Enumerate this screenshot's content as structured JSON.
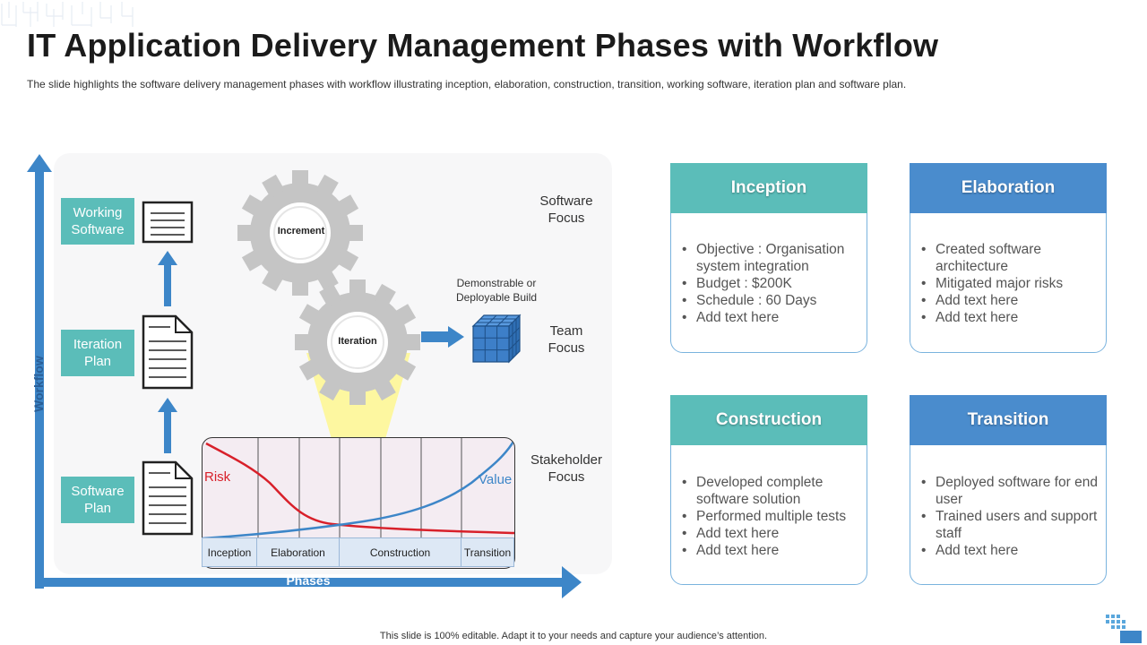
{
  "slide": {
    "title": "IT Application Delivery Management Phases with Workflow",
    "subtitle": "The slide highlights the software delivery management phases with workflow illustrating inception, elaboration, construction, transition, working software, iteration plan and software plan.",
    "footer": "This slide is 100% editable. Adapt it to your needs and capture your audience’s attention."
  },
  "diagram": {
    "axis_vertical": "Workflow",
    "axis_horizontal": "Phases",
    "workflow_items": [
      {
        "label": "Working Software"
      },
      {
        "label": "Iteration Plan"
      },
      {
        "label": "Software Plan"
      }
    ],
    "gears": {
      "upper": "Increment",
      "lower": "Iteration"
    },
    "build_label": "Demonstrable or Deployable Build",
    "focus_labels": {
      "software": "Software Focus",
      "team": "Team Focus",
      "stakeholder": "Stakeholder Focus"
    },
    "chart": {
      "risk_label": "Risk",
      "value_label": "Value",
      "phases": [
        "Inception",
        "Elaboration",
        "Construction",
        "Transition"
      ]
    },
    "colors": {
      "axis": "#3d86c8",
      "workflow_box": "#5bbdb9",
      "gear": "#c5c5c5",
      "risk": "#d8202a",
      "value": "#3d86c8",
      "beam": "#fdf7a0",
      "cube": "#3d7fc8"
    }
  },
  "cards": [
    {
      "title": "Inception",
      "color": "#5bbdb9",
      "items": [
        "Objective : Organisation system integration",
        "Budget : $200K",
        "Schedule : 60 Days",
        "Add text here"
      ]
    },
    {
      "title": "Elaboration",
      "color": "#4a8ccd",
      "items": [
        "Created software architecture",
        "Mitigated major risks",
        "Add text here",
        "Add text here"
      ]
    },
    {
      "title": "Construction",
      "color": "#5bbdb9",
      "items": [
        "Developed complete software solution",
        "Performed multiple tests",
        "Add text here",
        "Add text here"
      ]
    },
    {
      "title": "Transition",
      "color": "#4a8ccd",
      "items": [
        "Deployed software for end user",
        "Trained users and support staff",
        "Add text here"
      ]
    }
  ]
}
